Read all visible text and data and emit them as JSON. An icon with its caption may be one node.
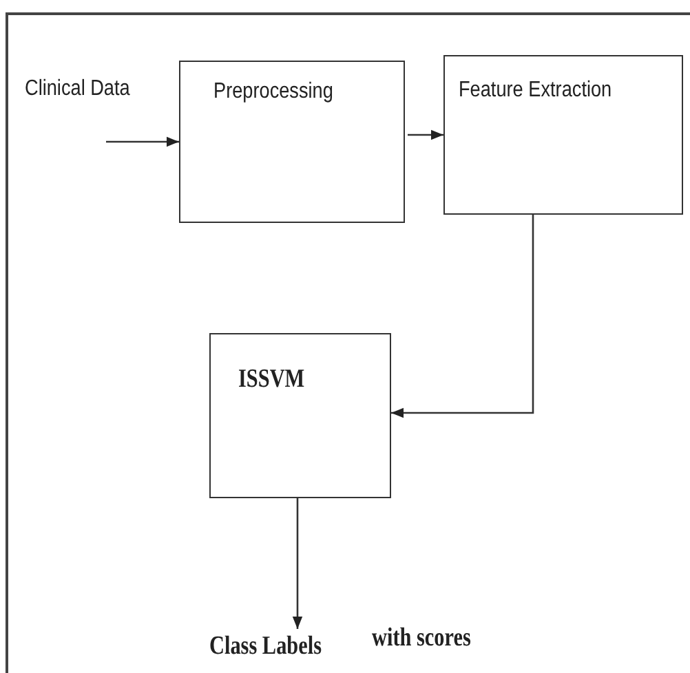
{
  "diagram": {
    "nodes": [
      {
        "text": [
          "Clinical Data"
        ]
      },
      {
        "text": [
          "Preprocessing"
        ]
      },
      {
        "text": [
          "Feature Extraction"
        ]
      },
      {
        "text": [
          "ISSVM"
        ]
      },
      {
        "text": [
          "Class Labels"
        ]
      }
    ],
    "edges": [
      {
        "from": 0,
        "to": 1,
        "arrow": "to"
      },
      {
        "from": 1,
        "to": 2,
        "arrow": "to"
      },
      {
        "from": 2,
        "to": 3,
        "arrow": "to"
      },
      {
        "from": 3,
        "to": 4,
        "arrow": "to"
      }
    ],
    "labels": [
      "with scores"
    ]
  }
}
